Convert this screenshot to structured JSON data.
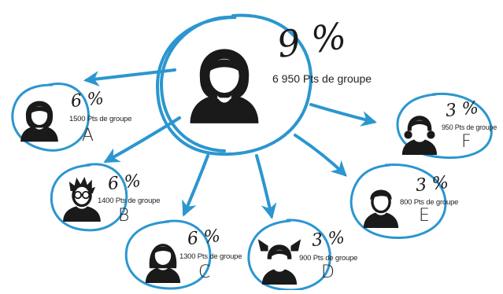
{
  "colors": {
    "accent": "#2b96cf",
    "figure": "#1a1a1a"
  },
  "center": {
    "percent": "9 %",
    "points": "6 950 Pts de groupe"
  },
  "members": [
    {
      "letter": "A",
      "percent": "6 %",
      "points": "1500 Pts de groupe",
      "icon": "woman-short-hair-icon"
    },
    {
      "letter": "B",
      "percent": "6 %",
      "points": "1400 Pts de groupe",
      "icon": "man-glasses-spiky-hair-icon"
    },
    {
      "letter": "C",
      "percent": "6 %",
      "points": "1300 Pts de groupe",
      "icon": "woman-long-hair-icon"
    },
    {
      "letter": "D",
      "percent": "3 %",
      "points": "900 Pts de groupe",
      "icon": "girl-pigtails-icon"
    },
    {
      "letter": "E",
      "percent": "3 %",
      "points": "800 Pts de groupe",
      "icon": "boy-icon"
    },
    {
      "letter": "F",
      "percent": "3 %",
      "points": "950 Pts de groupe",
      "icon": "girl-braids-icon"
    }
  ]
}
